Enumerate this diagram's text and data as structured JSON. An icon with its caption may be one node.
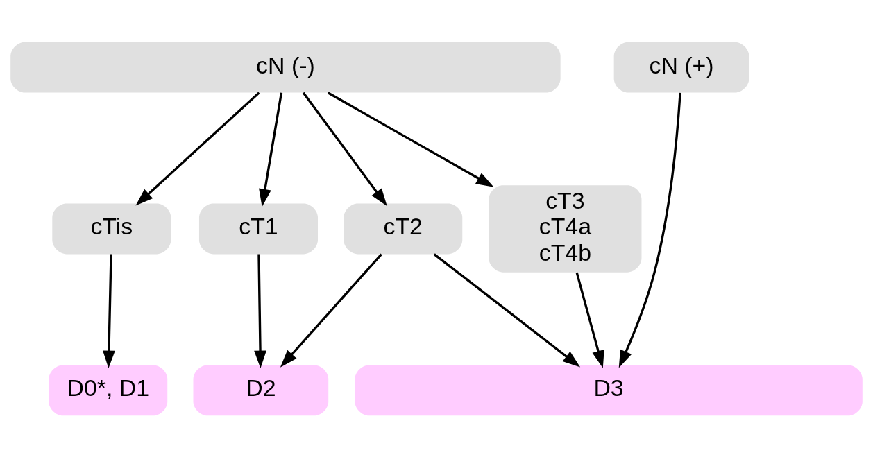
{
  "diagram": {
    "nodes": [
      {
        "text": [
          "cN (-)"
        ]
      },
      {
        "text": [
          "cN (+)"
        ]
      },
      {
        "text": [
          "cTis"
        ]
      },
      {
        "text": [
          "cT1"
        ]
      },
      {
        "text": [
          "cT2"
        ]
      },
      {
        "text": [
          "cT3",
          "cT4a",
          "cT4b"
        ]
      },
      {
        "text": [
          "D0*, D1"
        ]
      },
      {
        "text": [
          "D2"
        ]
      },
      {
        "text": [
          "D3"
        ]
      }
    ],
    "edges": [
      {
        "from": 0,
        "to": 2,
        "arrow": "to"
      },
      {
        "from": 0,
        "to": 3,
        "arrow": "to"
      },
      {
        "from": 0,
        "to": 4,
        "arrow": "to"
      },
      {
        "from": 0,
        "to": 5,
        "arrow": "to"
      },
      {
        "from": 1,
        "to": 8,
        "arrow": "to"
      },
      {
        "from": 2,
        "to": 6,
        "arrow": "to"
      },
      {
        "from": 3,
        "to": 7,
        "arrow": "to"
      },
      {
        "from": 4,
        "to": 7,
        "arrow": "to"
      },
      {
        "from": 4,
        "to": 8,
        "arrow": "to"
      },
      {
        "from": 5,
        "to": 8,
        "arrow": "to"
      }
    ]
  }
}
